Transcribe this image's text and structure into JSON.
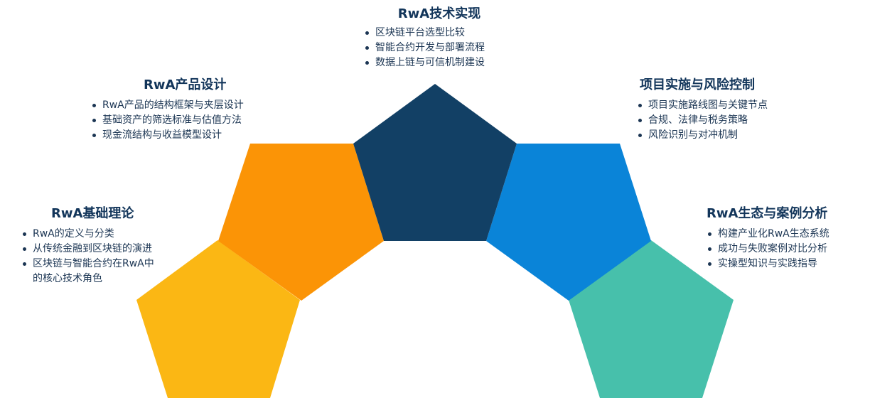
{
  "colors": {
    "foundation": "#fbb714",
    "product": "#fb9406",
    "tech": "#124065",
    "implementation": "#0a84d8",
    "ecosystem": "#47c0ab",
    "text": "#1b3553",
    "heading": "#12355a"
  },
  "sections": {
    "foundation": {
      "title": "RwA基础理论",
      "items": [
        "RwA的定义与分类",
        "从传统金融到区块链的演进",
        "区块链与智能合约在RwA中",
        "的核心技术角色"
      ]
    },
    "product": {
      "title": "RwA产品设计",
      "items": [
        "RwA产品的结构框架与夹层设计",
        "基础资产的筛选标准与估值方法",
        "现金流结构与收益模型设计"
      ]
    },
    "tech": {
      "title": "RwA技术实现",
      "items": [
        "区块链平台选型比较",
        "智能合约开发与部署流程",
        "数据上链与可信机制建设"
      ]
    },
    "implementation": {
      "title": "项目实施与风险控制",
      "items": [
        "项目实施路线图与关键节点",
        "合规、法律与税务策略",
        "风险识别与对冲机制"
      ]
    },
    "ecosystem": {
      "title": "RwA生态与案例分析",
      "items": [
        "构建产业化RwA生态系统",
        "成功与失败案例对比分析",
        "实操型知识与实践指导"
      ]
    }
  }
}
